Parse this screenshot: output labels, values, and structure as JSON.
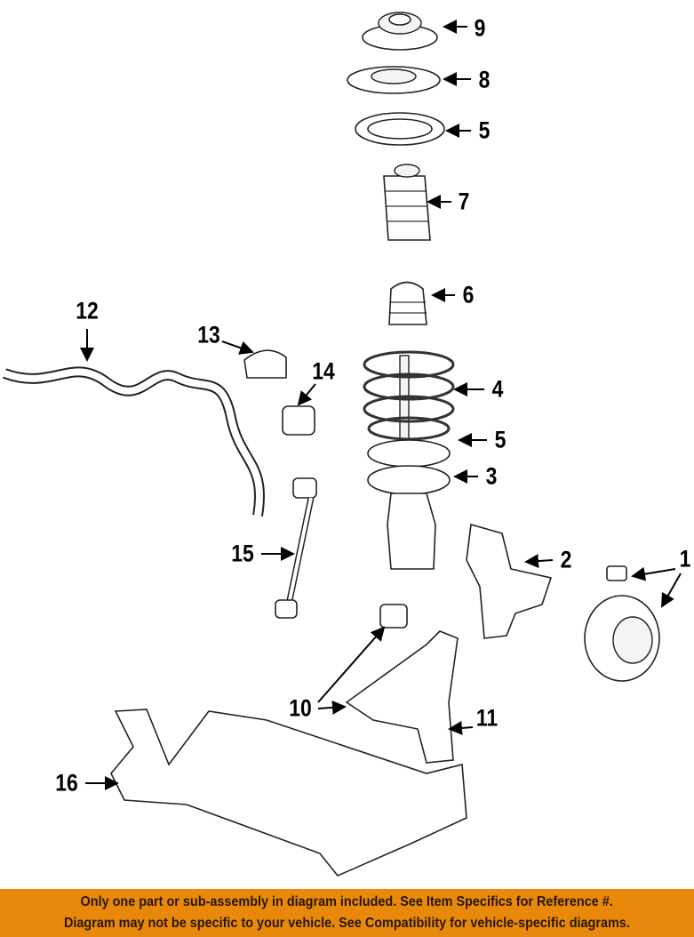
{
  "diagram": {
    "title": "Front suspension components",
    "callouts": {
      "c9": "9",
      "c8": "8",
      "c5a": "5",
      "c7": "7",
      "c6": "6",
      "c12": "12",
      "c13": "13",
      "c14": "14",
      "c4": "4",
      "c5b": "5",
      "c3": "3",
      "c2": "2",
      "c1": "1",
      "c15": "15",
      "c10": "10",
      "c11": "11",
      "c16": "16"
    }
  },
  "banner": {
    "line1": "Only one part or sub-assembly in diagram included. See Item Specifics for Reference #.",
    "line2": "Diagram may not be specific to your vehicle. See Compatibility for vehicle-specific diagrams.",
    "color": "#E8890C"
  }
}
